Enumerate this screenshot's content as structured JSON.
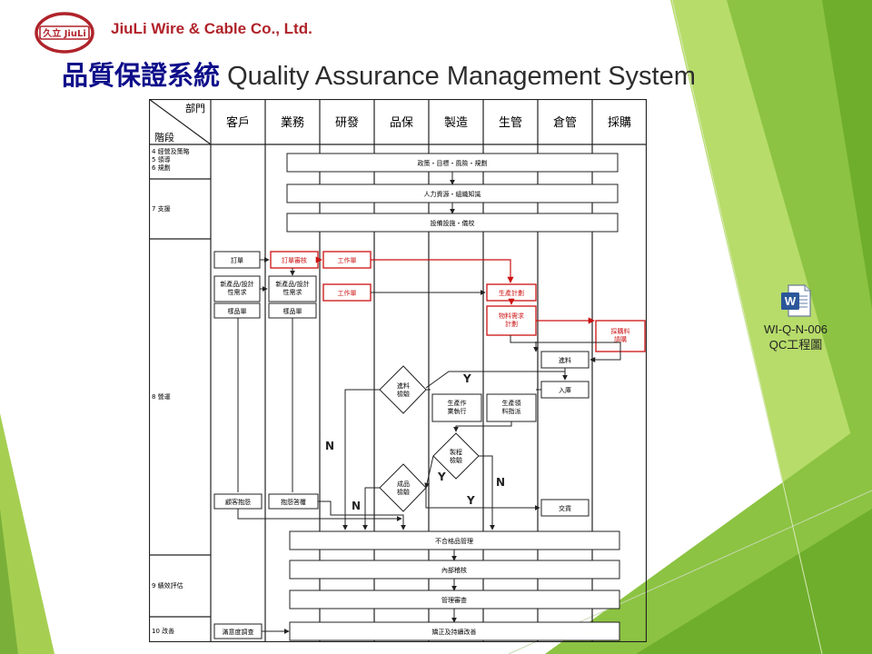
{
  "header": {
    "company": "JiuLi Wire & Cable Co., Ltd.",
    "logo_text": "久立 JiuLi",
    "title_zh": "品質保證系統",
    "title_en": "Quality Assurance Management System"
  },
  "colors": {
    "brand_red": "#b0232a",
    "title_blue": "#0e0e8a",
    "green_light": "#a6cf52",
    "green_mid": "#7ab03a",
    "green_dark": "#5d9a2a",
    "flow_red": "#cc1111"
  },
  "flowchart": {
    "corner_top": "部門",
    "corner_bottom": "階段",
    "departments": [
      "客戶",
      "業務",
      "研發",
      "品保",
      "製造",
      "生管",
      "倉管",
      "採購"
    ],
    "stages": [
      {
        "label": "4 經營及策略\n5 領導\n6 規劃"
      },
      {
        "label": "7 支援"
      },
      {
        "label": "8 營運"
      },
      {
        "label": "9 績效評估"
      },
      {
        "label": "10 改善"
      }
    ],
    "wide_boxes": [
      "政策・目標・風險・規劃",
      "人力資源・組織知識",
      "設備設施・儀校"
    ],
    "bottom_boxes": [
      "不合格品管理",
      "內部稽核",
      "管理審查",
      "矯正及持續改善"
    ],
    "nodes": {
      "order": "訂單",
      "order_review": "訂單審核",
      "work_order_1": "工作單",
      "new_product": "新產品/設計\n性需求",
      "new_product_sales": "新產品/設計\n性需求",
      "work_order_2": "工作單",
      "production_plan": "生產計劃",
      "material_plan": "物料需求\n計劃",
      "purchase": "採購料\n請購",
      "sample_client": "樣品單",
      "sample_sales": "樣品單",
      "incoming": "進料",
      "incoming_inspection": "進料\n檢驗",
      "warehouse_in": "入庫",
      "production_exec": "生產作\n業執行",
      "production_issue": "生產領\n料指派",
      "process_inspection": "製程\n檢驗",
      "final_inspection": "成品\n檢驗",
      "shipment": "交貨",
      "complaint": "顧客抱怨",
      "complaint_handling": "抱怨答覆",
      "satisfaction": "滿意度調查"
    },
    "flow_labels": [
      "Y",
      "N",
      "Y",
      "N",
      "Y",
      "N"
    ]
  },
  "attachment": {
    "icon": "word-document-icon",
    "name_line1": "WI-Q-N-006",
    "name_line2": "QC工程圖"
  }
}
